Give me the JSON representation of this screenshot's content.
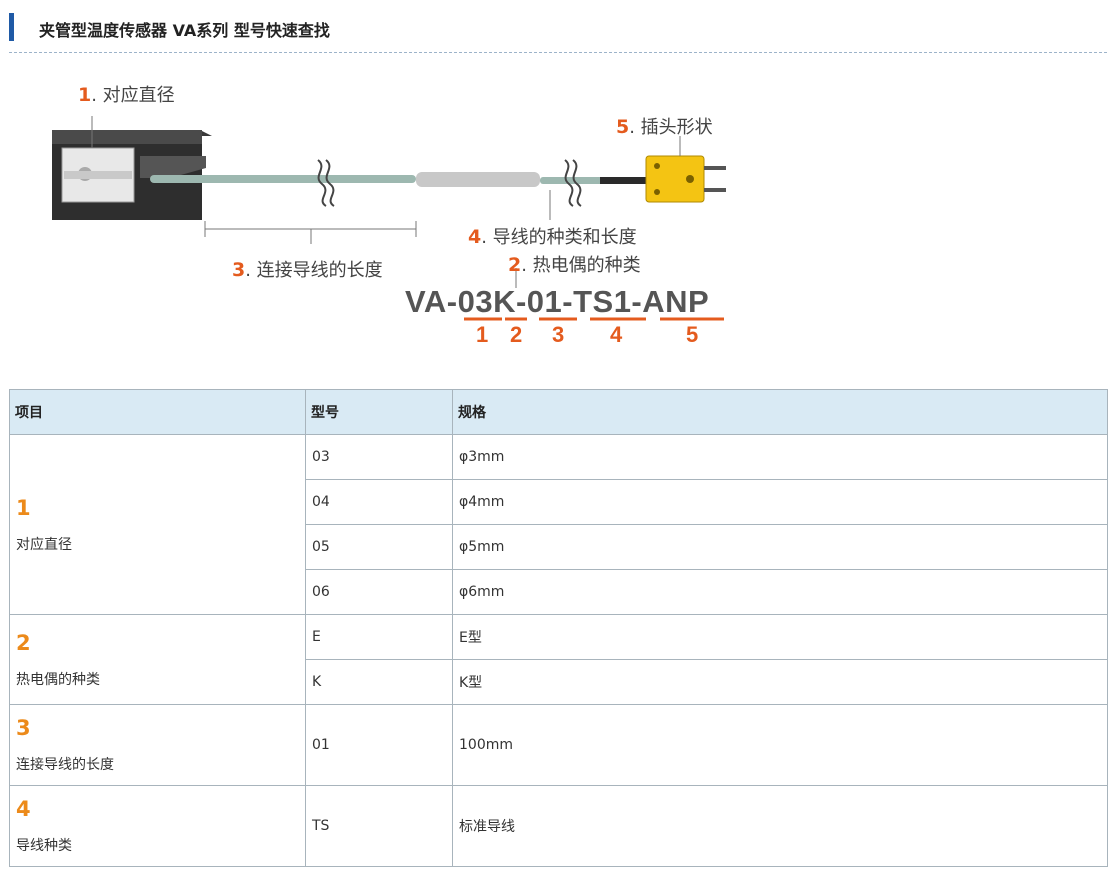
{
  "header": {
    "title": "夹管型温度传感器 VA系列 型号快速查找"
  },
  "diagram": {
    "labels": [
      {
        "num": "1",
        "text": ". 对应直径"
      },
      {
        "num": "5",
        "text": ". 插头形状"
      },
      {
        "num": "3",
        "text": ". 连接导线的长度"
      },
      {
        "num": "4",
        "text": ". 导线的种类和长度"
      },
      {
        "num": "2",
        "text": ". 热电偶的种类"
      }
    ],
    "model_code": "VA-03K-01-TS1-ANP",
    "code_digits": [
      "1",
      "2",
      "3",
      "4",
      "5"
    ],
    "accent_color": "#e45b1e"
  },
  "table": {
    "headers": [
      "项目",
      "型号",
      "规格"
    ],
    "groups": [
      {
        "num": "1",
        "label": "对应直径",
        "rows": [
          {
            "code": "03",
            "spec": "φ3mm"
          },
          {
            "code": "04",
            "spec": "φ4mm"
          },
          {
            "code": "05",
            "spec": "φ5mm"
          },
          {
            "code": "06",
            "spec": "φ6mm"
          }
        ]
      },
      {
        "num": "2",
        "label": "热电偶的种类",
        "rows": [
          {
            "code": "E",
            "spec": "E型"
          },
          {
            "code": "K",
            "spec": "K型"
          }
        ]
      },
      {
        "num": "3",
        "label": "连接导线的长度",
        "rows": [
          {
            "code": "01",
            "spec": "100mm"
          }
        ]
      },
      {
        "num": "4",
        "label": "导线种类",
        "rows": [
          {
            "code": "TS",
            "spec": "标准导线"
          }
        ]
      }
    ],
    "header_bg": "#d9eaf4",
    "number_color": "#ec8a1a"
  }
}
